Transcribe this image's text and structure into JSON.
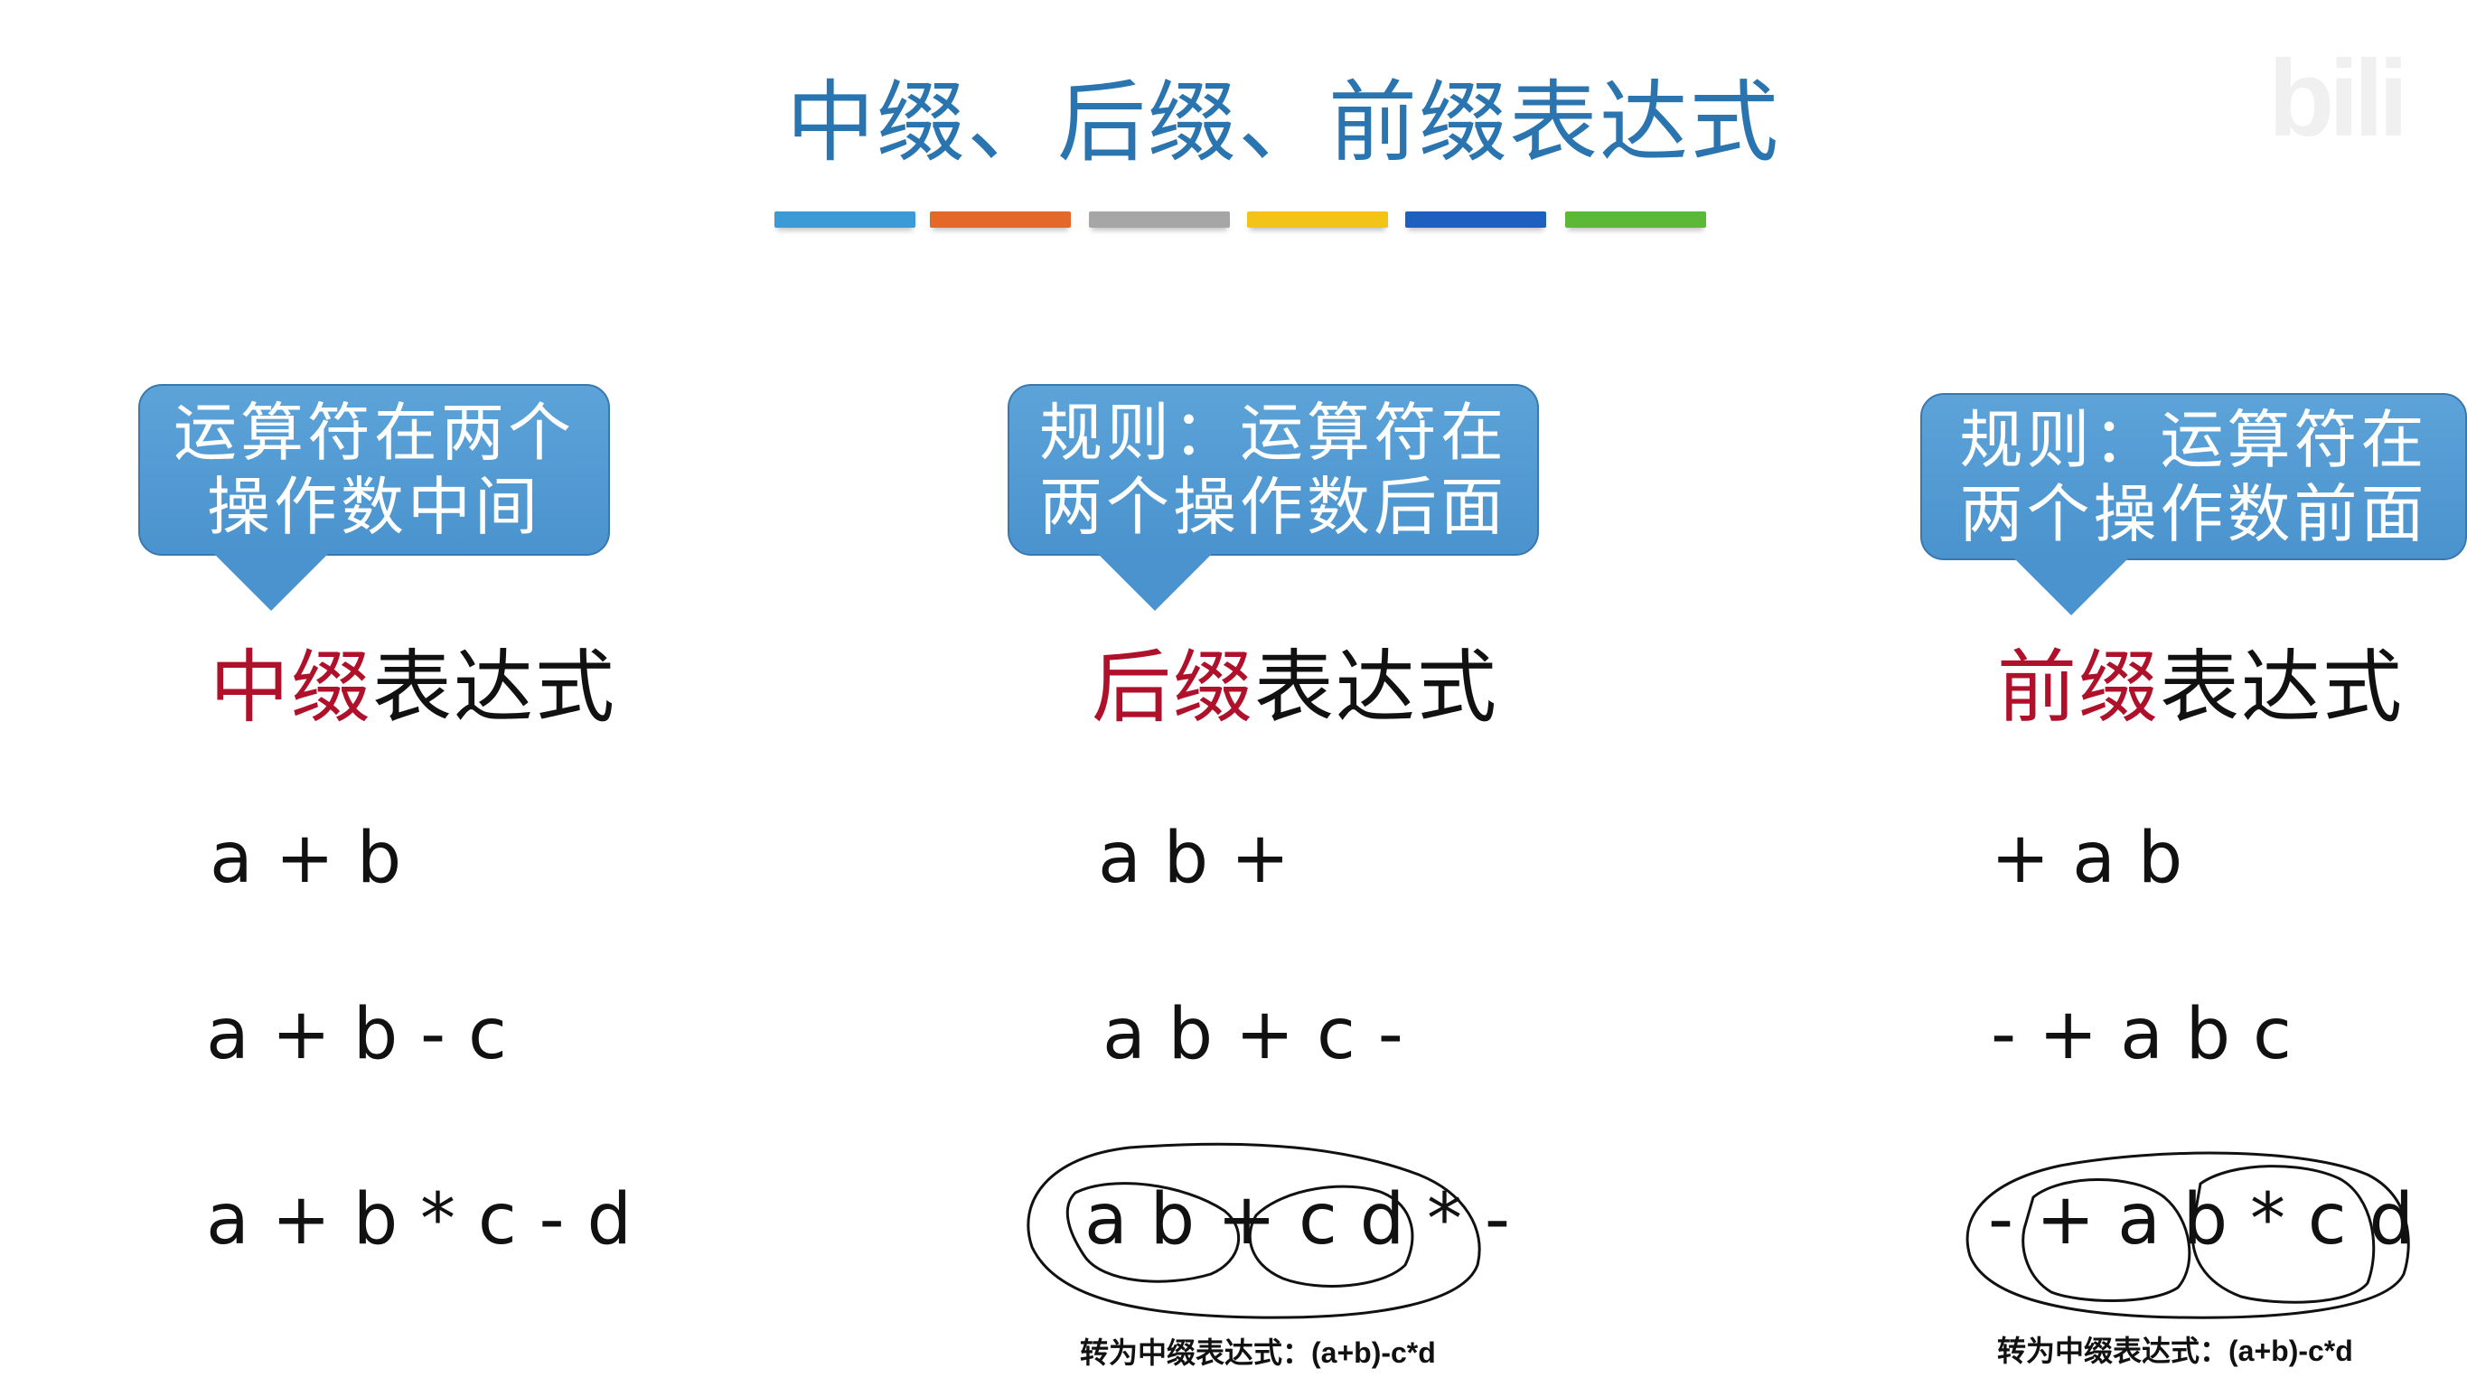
{
  "slide": {
    "title": "中缀、后缀、前缀表达式",
    "title_color": "#2a75b0",
    "bar_colors": [
      "#3a9bd6",
      "#e3682a",
      "#a6a6a6",
      "#f2c41a",
      "#1f5fbf",
      "#5db838"
    ],
    "watermark": "bili"
  },
  "columns": [
    {
      "bubble_lines": [
        "运算符在两个",
        "操作数中间"
      ],
      "heading_highlight": "中缀",
      "heading_rest": "表达式",
      "expressions": [
        "a + b",
        "a + b - c",
        "a + b * c - d"
      ]
    },
    {
      "bubble_lines": [
        "规则：运算符在",
        "两个操作数后面"
      ],
      "heading_highlight": "后缀",
      "heading_rest": "表达式",
      "expressions": [
        "a b +",
        "a b + c -",
        "a b + c d * -"
      ],
      "caption": "转为中缀表达式：(a+b)-c*d"
    },
    {
      "bubble_lines": [
        "规则：运算符在",
        "两个操作数前面"
      ],
      "heading_highlight": "前缀",
      "heading_rest": "表达式",
      "expressions": [
        "+ a b",
        "- + a b c",
        "- + a b * c d"
      ],
      "caption": "转为中缀表达式：(a+b)-c*d"
    }
  ],
  "colors": {
    "bubble_fill": "#4b93ce",
    "bubble_border": "#3a78ad",
    "heading_highlight": "#b0112a"
  }
}
